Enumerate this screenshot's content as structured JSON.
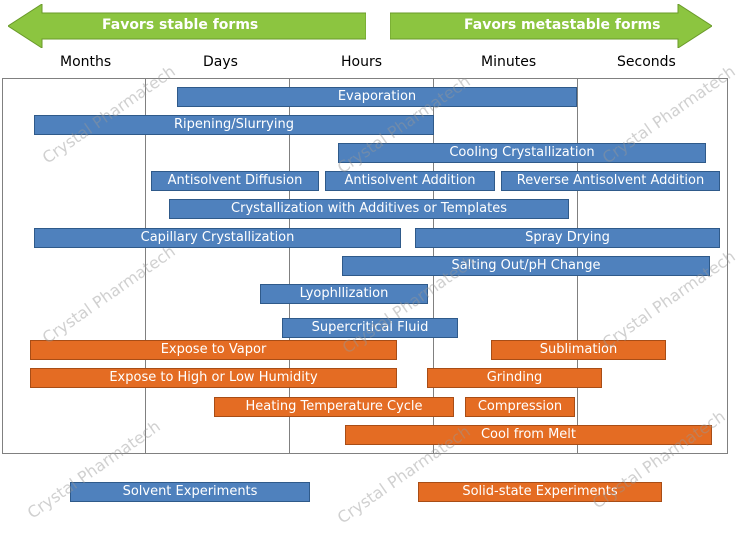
{
  "arrows": {
    "left_label": "Favors stable forms",
    "right_label": "Favors metastable forms",
    "color": "#8cc540"
  },
  "time_scale": [
    "Months",
    "Days",
    "Hours",
    "Minutes",
    "Seconds"
  ],
  "methods": {
    "evaporation": "Evaporation",
    "ripening": "Ripening/Slurrying",
    "cooling": "Cooling Crystallization",
    "antisolvent_diffusion": "Antisolvent Diffusion",
    "antisolvent_addition": "Antisolvent Addition",
    "reverse_antisolvent": "Reverse Antisolvent Addition",
    "additives": "Crystallization with Additives or Templates",
    "capillary": "Capillary Crystallization",
    "spray_drying": "Spray Drying",
    "salting_out": "Salting Out/pH Change",
    "lyophilization": "Lyophllization",
    "supercritical": "Supercritical Fluid",
    "vapor": "Expose to Vapor",
    "sublimation": "Sublimation",
    "humidity": "Expose to High or Low Humidity",
    "grinding": "Grinding",
    "heating_cycle": "Heating Temperature Cycle",
    "compression": "Compression",
    "cool_from_melt": "Cool from Melt"
  },
  "legend": {
    "solvent": "Solvent Experiments",
    "solid_state": "Solid-state Experiments"
  },
  "colors": {
    "solvent": "#4f81bd",
    "solid_state": "#e46c23"
  },
  "watermark": "Crystal Pharmatech"
}
